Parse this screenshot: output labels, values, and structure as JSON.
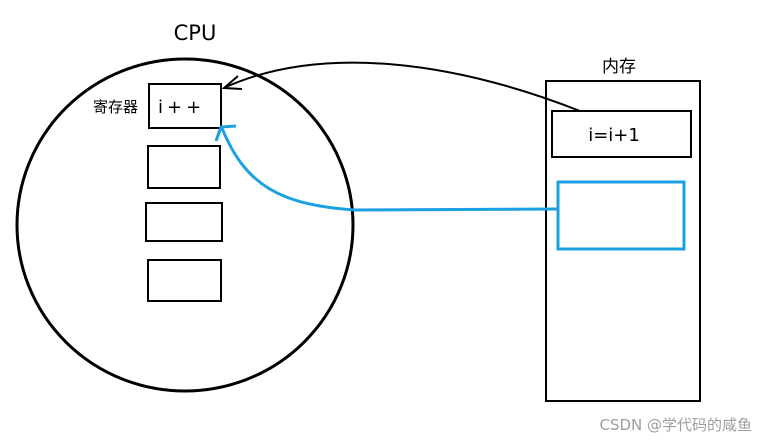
{
  "cpu": {
    "title": "CPU",
    "register_label": "寄存器",
    "register_value": "i++"
  },
  "memory": {
    "title": "内存",
    "cell_value": "i=i+1"
  },
  "colors": {
    "black_arrow": "#000000",
    "blue_arrow": "#1ba1e2",
    "blue_box": "#1ba1e2"
  },
  "watermark": "CSDN @学代码的咸鱼"
}
